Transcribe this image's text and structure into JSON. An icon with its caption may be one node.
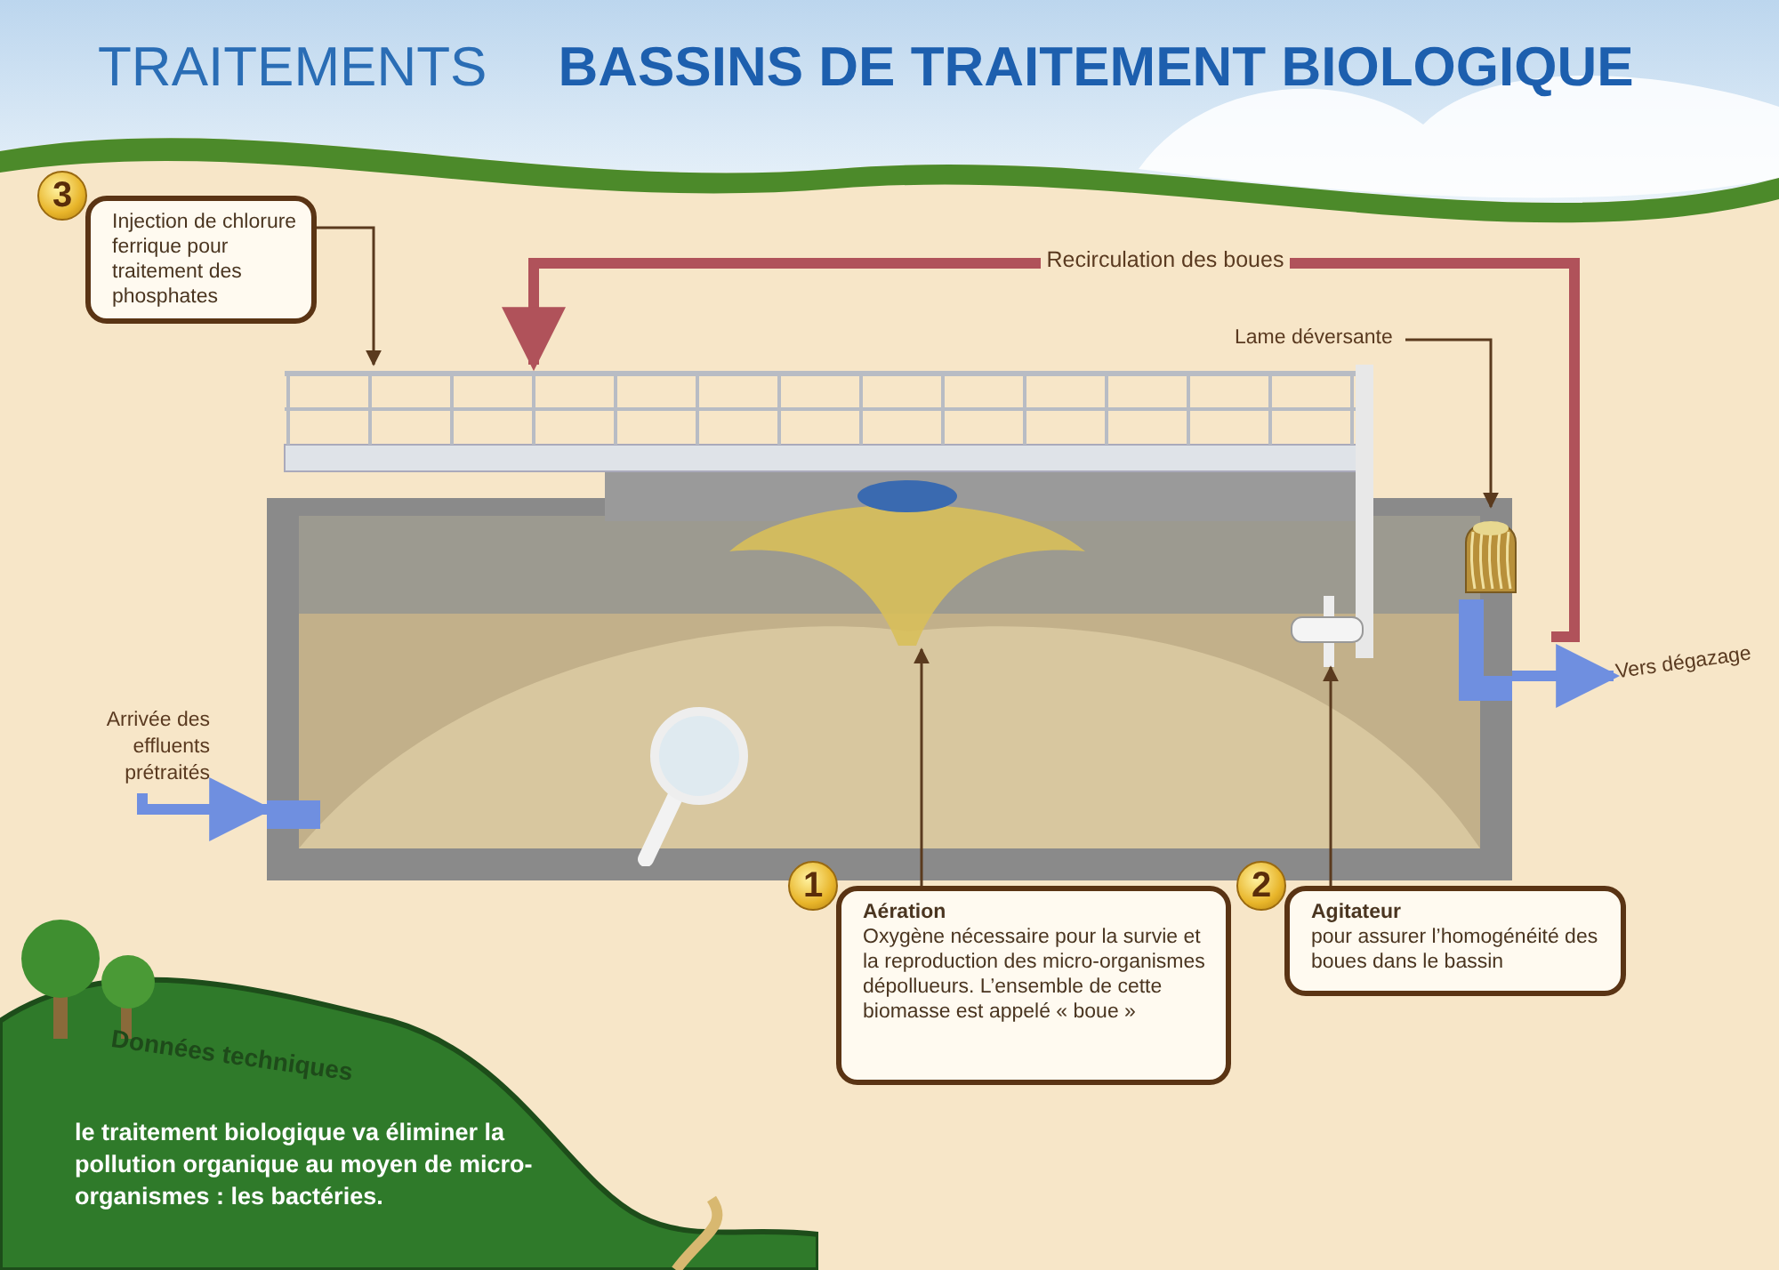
{
  "diagram": {
    "title": "BASSINS DE TRAITEMENT BIOLOGIQUE",
    "nodes": [
      {
        "text": [
          "Injection de chlorure ferrique pour traitement des phosphates"
        ],
        "beside": [
          "3"
        ]
      },
      {
        "text": [],
        "shape": "picture"
      },
      {
        "text": [],
        "shape": "picture",
        "in": 1
      },
      {
        "text": [],
        "shape": "picture",
        "in": 1
      },
      {
        "text": [],
        "shape": "picture",
        "in": 1
      },
      {
        "text": [
          "Lame déversante"
        ]
      },
      {
        "text": [
          "Arrivée des effluents prétraités"
        ]
      },
      {
        "text": [
          "Vers dégazage"
        ]
      },
      {
        "text": [
          "Aération",
          "Oxygène nécessaire pour la survie et la reproduction des micro-organismes dépollueurs. L’ensemble de cette biomasse est appelé «  boue »"
        ],
        "beside": [
          "1"
        ]
      },
      {
        "text": [
          "Agitateur",
          "pour assurer l’homogénéité des boues dans le bassin"
        ],
        "beside": [
          "2"
        ]
      }
    ],
    "edges": [
      {
        "from": 0,
        "to": 1,
        "arrow": "to"
      },
      {
        "from": null,
        "to": 1,
        "arrow": "to",
        "label": "Recirculation des boues",
        "style": "thick",
        "color": "#b0525a"
      },
      {
        "from": 5,
        "to": 2,
        "arrow": "to"
      },
      {
        "from": 6,
        "to": 1,
        "arrow": "to",
        "style": "thick",
        "color": "#6f8fe0"
      },
      {
        "from": 1,
        "to": 7,
        "arrow": "to",
        "style": "thick",
        "color": "#6f8fe0"
      },
      {
        "from": 8,
        "to": 3,
        "arrow": "to"
      },
      {
        "from": 9,
        "to": 4,
        "arrow": "to"
      }
    ],
    "labels": [
      "TRAITEMENTS",
      "Données techniques",
      "le traitement biologique va éliminer la pollution organique au moyen de micro-organismes : les bactéries."
    ]
  }
}
